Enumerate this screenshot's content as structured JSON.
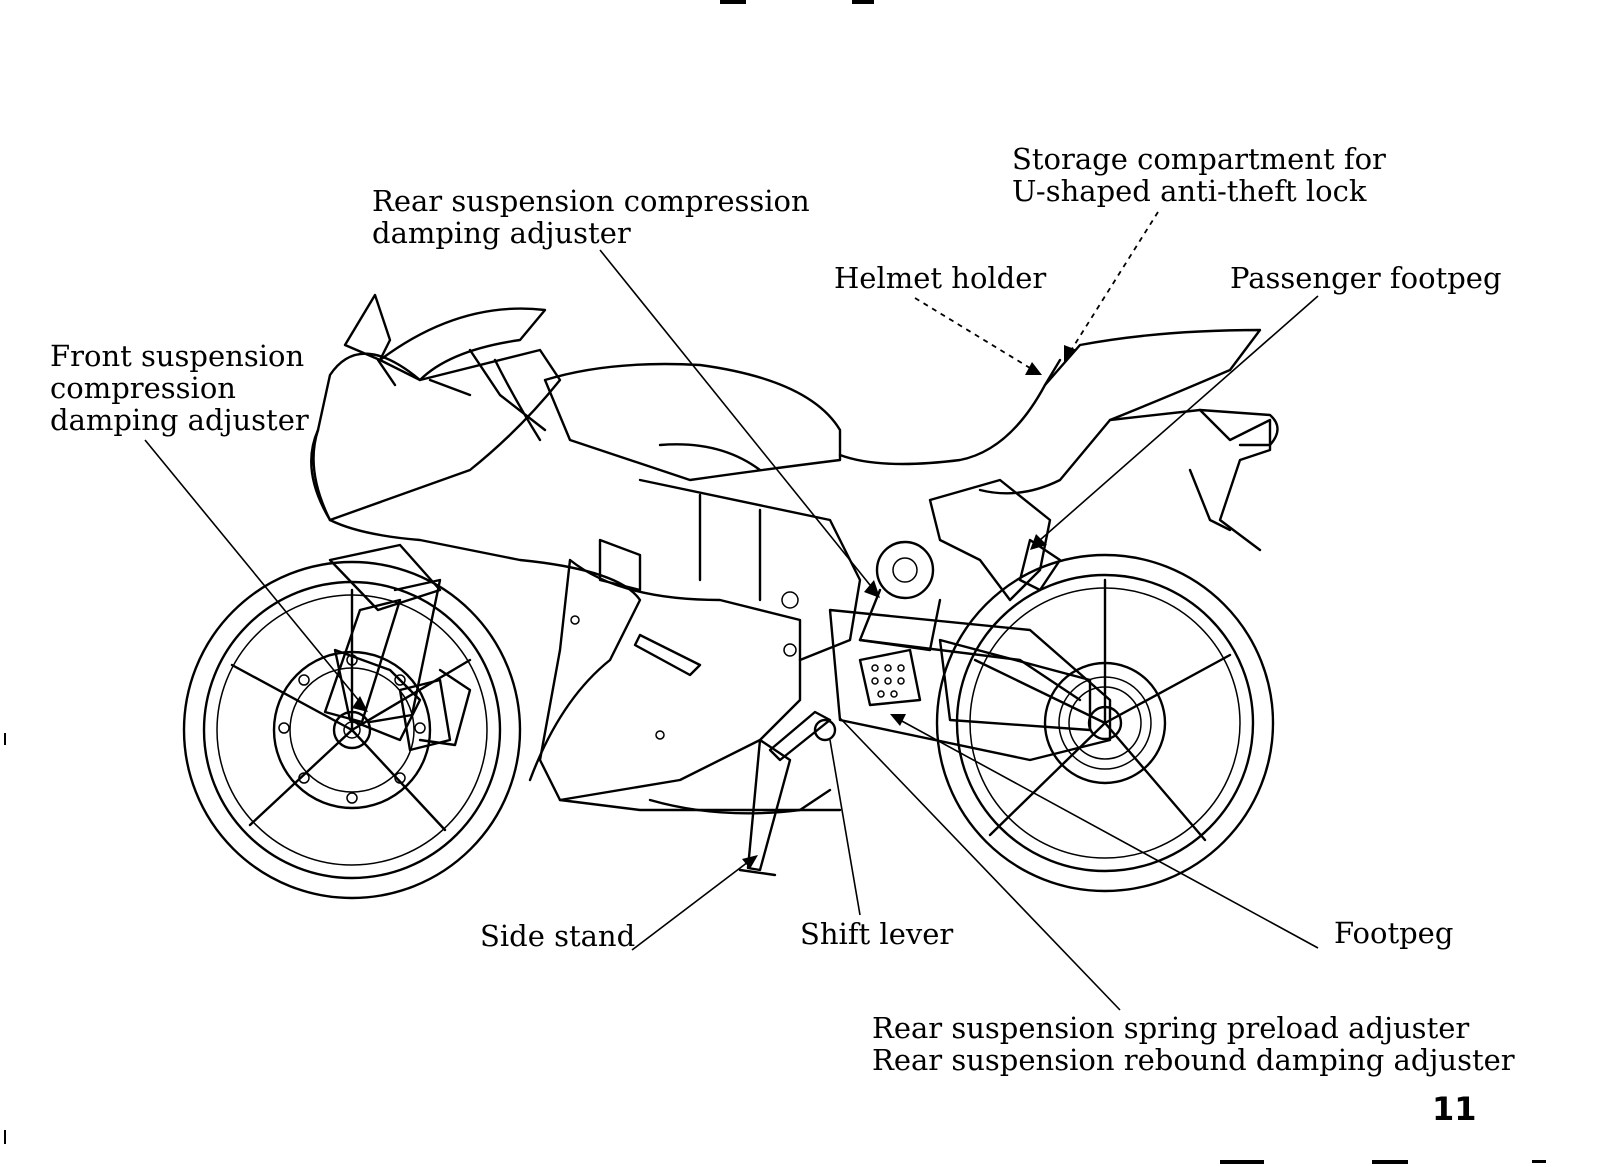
{
  "labels": {
    "front_suspension": [
      "Front suspension",
      "compression",
      "damping adjuster"
    ],
    "rear_compression": [
      "Rear suspension compression",
      "damping adjuster"
    ],
    "helmet_holder": "Helmet holder",
    "storage": [
      "Storage  compartment  for",
      "U-shaped anti-theft lock"
    ],
    "passenger_footpeg": "Passenger footpeg",
    "side_stand": "Side stand",
    "shift_lever": "Shift lever",
    "footpeg": "Footpeg",
    "rear_bottom": [
      "Rear suspension spring preload adjuster",
      "Rear suspension rebound damping adjuster"
    ]
  },
  "page_number": "11"
}
